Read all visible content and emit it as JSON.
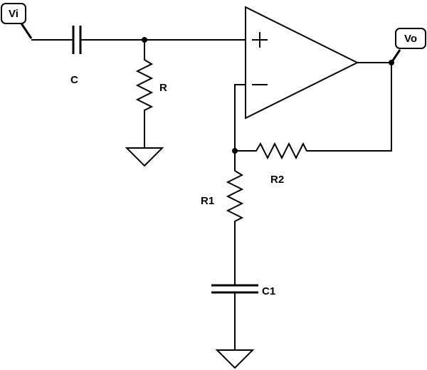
{
  "ports": {
    "input": "Vi",
    "output": "Vo"
  },
  "components": {
    "input_capacitor": "C",
    "input_resistor": "R",
    "feedback_resistor": "R2",
    "ground_resistor": "R1",
    "ground_capacitor": "C1"
  },
  "opamp": {
    "noninverting_sign": "+",
    "inverting_sign": "−"
  },
  "colors": {
    "stroke": "#000000",
    "background": "#ffffff"
  }
}
